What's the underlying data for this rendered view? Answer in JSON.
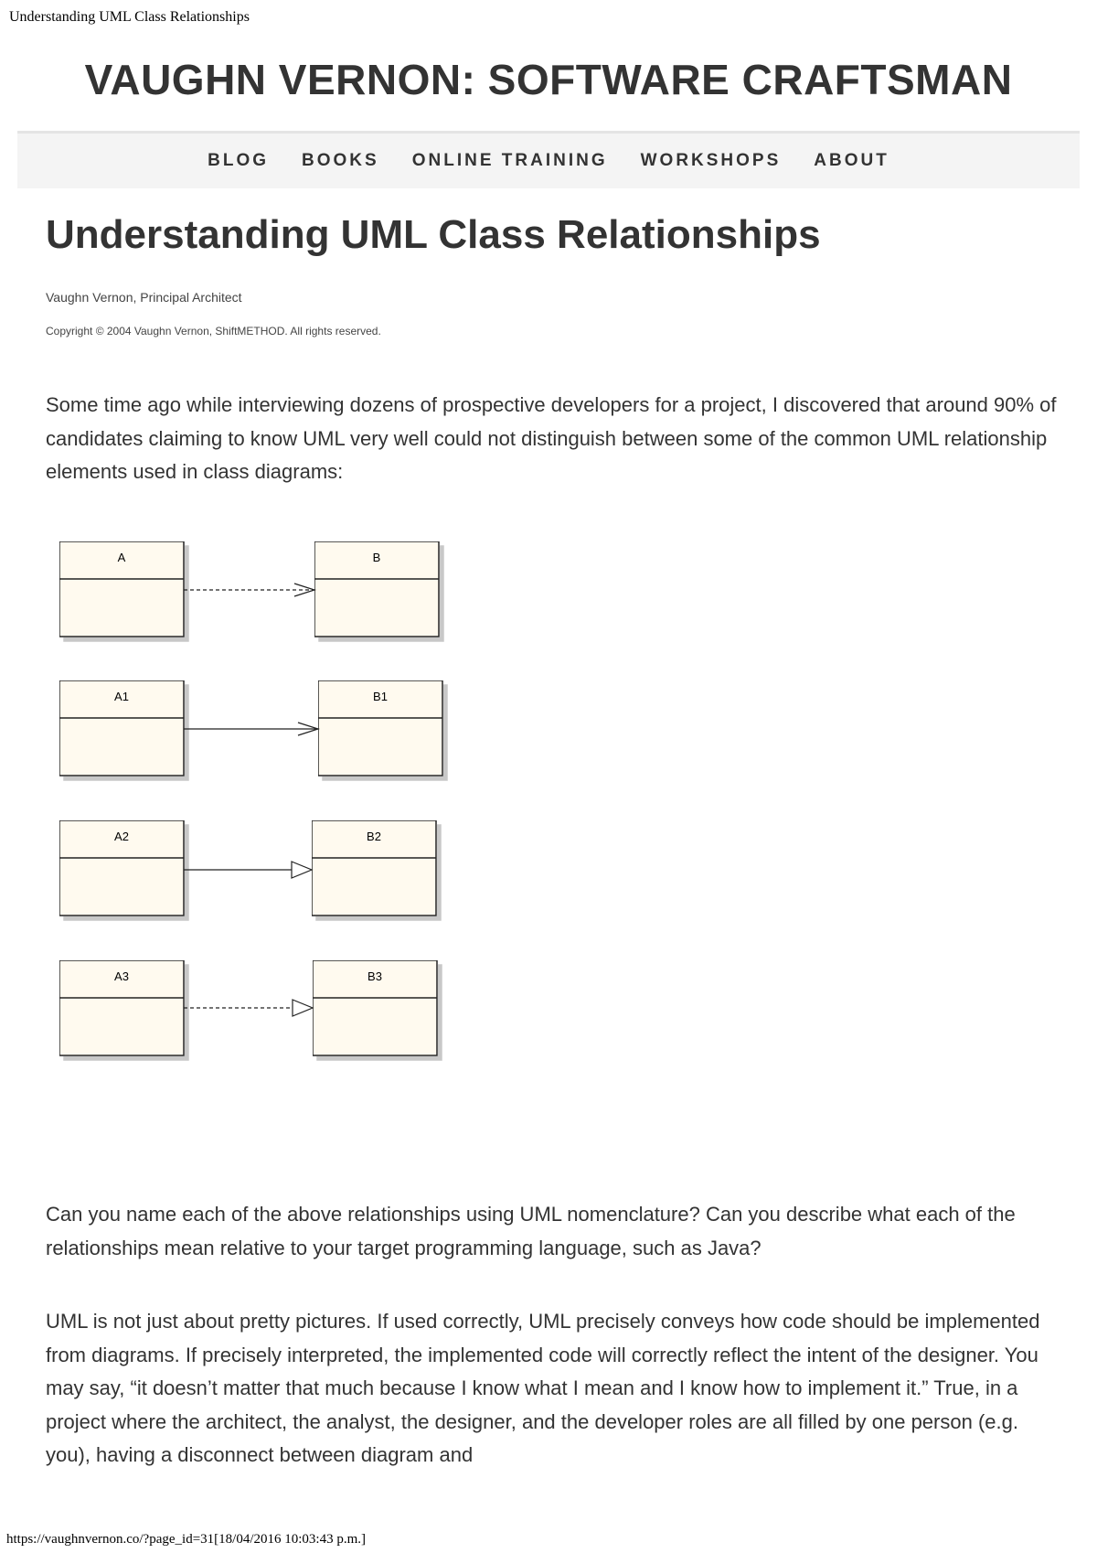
{
  "document": {
    "title": "Understanding UML Class Relationships",
    "footer": "https://vaughnvernon.co/?page_id=31[18/04/2016 10:03:43 p.m.]"
  },
  "header": {
    "site_title": "VAUGHN VERNON: SOFTWARE CRAFTSMAN"
  },
  "nav": {
    "items": [
      {
        "label": "BLOG"
      },
      {
        "label": "BOOKS"
      },
      {
        "label": "ONLINE TRAINING"
      },
      {
        "label": "WORKSHOPS"
      },
      {
        "label": "ABOUT"
      }
    ]
  },
  "post": {
    "title": "Understanding UML Class Relationships",
    "author": "Vaughn Vernon, Principal Architect",
    "copyright": "Copyright © 2004 Vaughn Vernon, ShiftMETHOD. All rights reserved.",
    "paragraphs": [
      "Some time ago while interviewing dozens of prospective developers for a project, I discovered that around 90% of candidates claiming to know UML very well could not distinguish between some of the common UML relationship elements used in class diagrams:",
      "Can you name each of the above relationships using UML nomenclature? Can you describe what each of the relationships mean relative to your target programming language, such as Java?",
      "UML is not just about pretty pictures. If used correctly, UML precisely conveys how code should be implemented from diagrams. If precisely interpreted, the implemented code will correctly reflect the intent of the designer. You may say, “it doesn’t matter that much because I know what I mean and I know how to implement it.” True, in a project where the architect, the analyst, the designer, and the developer roles are all filled by one person (e.g. you), having a disconnect between diagram and"
    ]
  },
  "diagram": {
    "box_fill": "#fffaef",
    "relationships": [
      {
        "source": "A",
        "target": "B",
        "line": "dashed",
        "arrow": "open"
      },
      {
        "source": "A1",
        "target": "B1",
        "line": "solid",
        "arrow": "open"
      },
      {
        "source": "A2",
        "target": "B2",
        "line": "solid",
        "arrow": "hollow-triangle"
      },
      {
        "source": "A3",
        "target": "B3",
        "line": "dashed",
        "arrow": "hollow-triangle"
      }
    ]
  }
}
